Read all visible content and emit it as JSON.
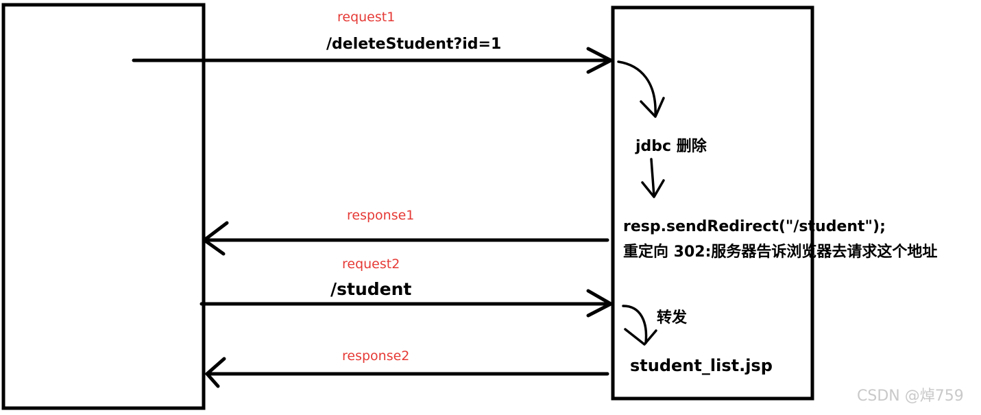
{
  "labels": {
    "request1": "request1",
    "request1_path": "/deleteStudent?id=1",
    "jdbc_delete": "jdbc 删除",
    "response1": "response1",
    "redirect_code": "resp.sendRedirect(\"/student\");",
    "redirect_note": "重定向 302:服务器告诉浏览器去请求这个地址",
    "request2": "request2",
    "request2_path": "/student",
    "forward": "转发",
    "response2": "response2",
    "student_list": "student_list.jsp"
  },
  "watermark": "CSDN @焯759",
  "colors": {
    "label_red": "#e53935",
    "stroke": "#000000",
    "watermark": "#c9c9c9"
  }
}
